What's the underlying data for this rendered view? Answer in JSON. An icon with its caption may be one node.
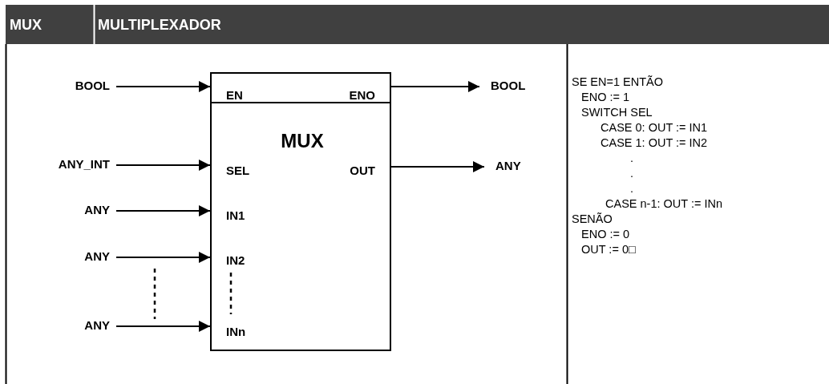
{
  "diagram": {
    "nodes": [
      {
        "text": [
          "EN",
          "ENO",
          "MUX",
          "SEL",
          "OUT",
          "IN1",
          "IN2",
          "INn"
        ]
      },
      {
        "text": [
          "BOOL"
        ]
      },
      {
        "text": [
          "ANY_INT"
        ]
      },
      {
        "text": [
          "ANY"
        ]
      },
      {
        "text": [
          "ANY"
        ]
      },
      {
        "text": [
          "ANY"
        ]
      },
      {
        "text": [
          "BOOL"
        ]
      },
      {
        "text": [
          "ANY"
        ]
      }
    ],
    "edges": [
      {
        "from": 1,
        "to": 0,
        "arrow": "to"
      },
      {
        "from": 0,
        "to": 6,
        "arrow": "to"
      },
      {
        "from": 2,
        "to": 0,
        "arrow": "to"
      },
      {
        "from": 0,
        "to": 7,
        "arrow": "to"
      },
      {
        "from": 3,
        "to": 0,
        "arrow": "to"
      },
      {
        "from": 4,
        "to": 0,
        "arrow": "to"
      },
      {
        "from": 5,
        "to": 0,
        "arrow": "to"
      }
    ],
    "labels": [
      "MUX",
      "MULTIPLEXADOR",
      "SE EN=1 ENTÃO",
      "ENO := 1",
      "SWITCH SEL",
      "CASE 0: OUT := IN1",
      "CASE 1: OUT := IN2",
      ".",
      ".",
      ".",
      "CASE n-1: OUT := INn",
      "SENÃO",
      "ENO := 0",
      "OUT := 0□"
    ]
  }
}
